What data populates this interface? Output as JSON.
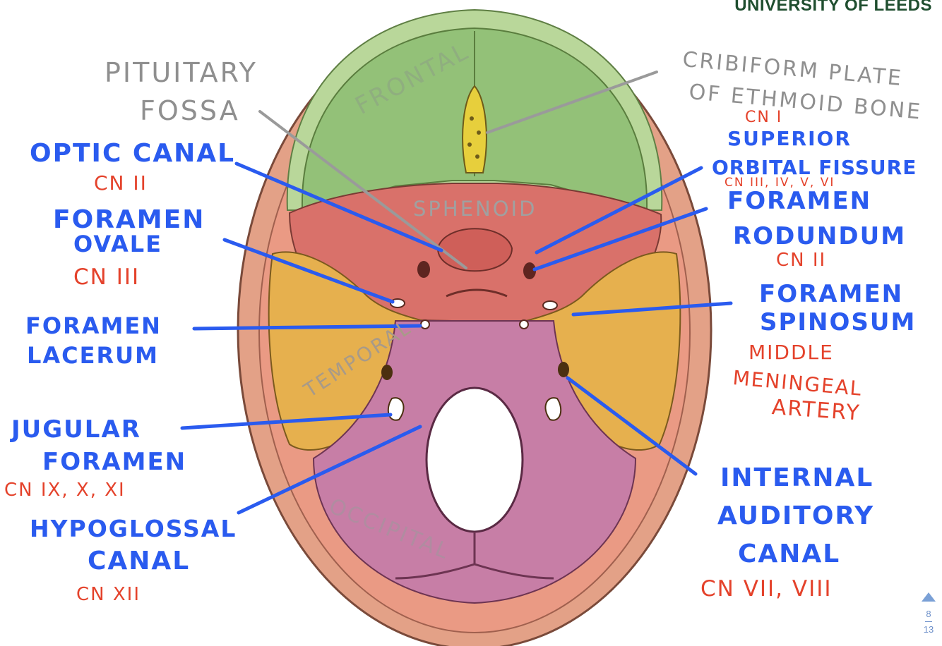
{
  "header": {
    "institution": "UNIVERSITY OF LEEDS"
  },
  "pager": {
    "current": "8",
    "total": "13",
    "up_icon": "triangle-up-icon"
  },
  "bones": {
    "frontal": "FRONTAL",
    "sphenoid": "SPHENOID",
    "temporal": "TEMPORAL",
    "occipital": "OCCIPITAL"
  },
  "labels": {
    "pituitary_fossa": [
      "PITUITARY",
      "FOSSA"
    ],
    "cribiform": [
      "CRIBIFORM PLATE",
      "OF ETHMOID BONE"
    ],
    "cribiform_nerve": "CN I",
    "optic_canal": "OPTIC CANAL",
    "optic_canal_nerve": "CN II",
    "foramen_ovale": [
      "FORAMEN",
      "OVALE"
    ],
    "foramen_ovale_nerve": "CN III",
    "foramen_lacerum": [
      "FORAMEN",
      "LACERUM"
    ],
    "jugular_foramen": [
      "JUGULAR",
      "FORAMEN"
    ],
    "jugular_foramen_nerve": "CN IX, X, XI",
    "hypoglossal_canal": [
      "HYPOGLOSSAL",
      "CANAL"
    ],
    "hypoglossal_canal_nerve": "CN XII",
    "superior_orbital_fissure": [
      "SUPERIOR",
      "ORBITAL FISSURE"
    ],
    "superior_orbital_fissure_nerve": "CN III, IV, V, VI",
    "foramen_rotundum": [
      "FORAMEN",
      "RODUNDUM"
    ],
    "foramen_rotundum_nerve": "CN II",
    "foramen_spinosum": [
      "FORAMEN",
      "SPINOSUM"
    ],
    "foramen_spinosum_vessel": [
      "MIDDLE",
      "MENINGEAL",
      "ARTERY"
    ],
    "internal_auditory_canal": [
      "INTERNAL",
      "AUDITORY",
      "CANAL"
    ],
    "internal_auditory_canal_nerve": "CN VII, VIII"
  },
  "colors": {
    "frontal": "#93c178",
    "frontal_rim": "#b9d79a",
    "sphenoid": "#d9716a",
    "temporal": "#e6b04e",
    "occipital": "#c77ea6",
    "skull_rim": "#e3a187",
    "ethmoid": "#e7cf3c",
    "label_blue": "#2a5bef",
    "nerve_red": "#e4422b",
    "bone_grey": "#8f8f8f",
    "brand_green": "#1f4e2f"
  }
}
